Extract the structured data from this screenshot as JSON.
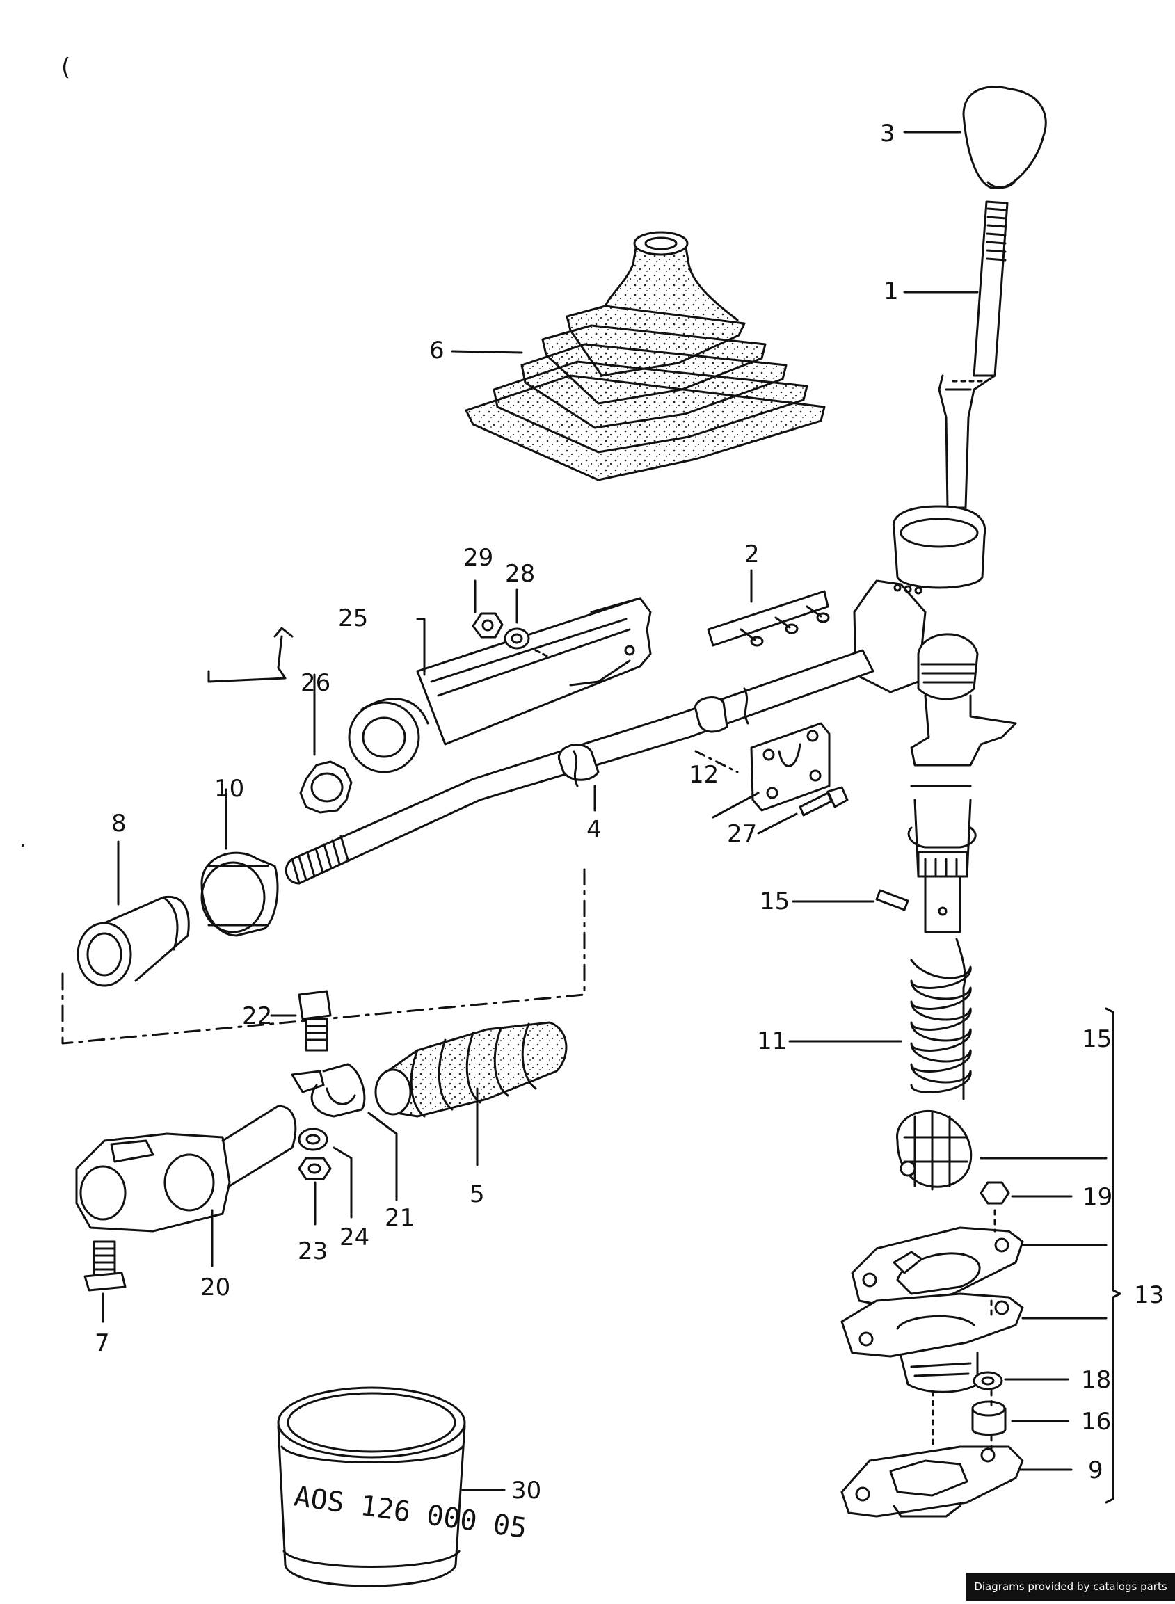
{
  "callouts": {
    "c1": "1",
    "c2": "2",
    "c3": "3",
    "c4": "4",
    "c5": "5",
    "c6": "6",
    "c7": "7",
    "c8": "8",
    "c9": "9",
    "c10": "10",
    "c11": "11",
    "c12": "12",
    "c13": "13",
    "c15a": "15",
    "c15b": "15",
    "c16": "16",
    "c18": "18",
    "c19": "19",
    "c20": "20",
    "c21": "21",
    "c22": "22",
    "c23": "23",
    "c24": "24",
    "c25": "25",
    "c26": "26",
    "c27": "27",
    "c28": "28",
    "c29": "29",
    "c30": "30"
  },
  "can_label": "AOS 126 000 05",
  "stray_mark": "(",
  "credit": "Diagrams provided by catalogs parts",
  "colors": {
    "ink": "#111111",
    "paper": "#ffffff",
    "credit_bg": "#111111"
  }
}
